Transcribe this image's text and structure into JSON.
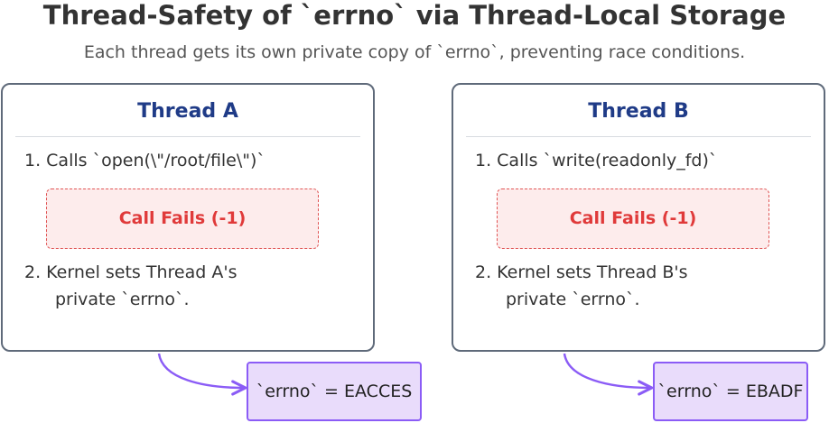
{
  "header": {
    "title": "Thread-Safety of `errno` via Thread-Local Storage",
    "subtitle": "Each thread gets its own private copy of `errno`, preventing race conditions."
  },
  "threads": [
    {
      "title": "Thread A",
      "step1": "1. Calls `open(\\\"/root/file\\\")`",
      "fail": "Call Fails (-1)",
      "step2_line1": "2. Kernel sets Thread A's",
      "step2_line2": "private `errno`.",
      "result": "`errno` = EACCES"
    },
    {
      "title": "Thread B",
      "step1": "1. Calls `write(readonly_fd)`",
      "fail": "Call Fails (-1)",
      "step2_line1": "2. Kernel sets Thread B's",
      "step2_line2": "private `errno`.",
      "result": "`errno` = EBADF"
    }
  ],
  "colors": {
    "panel_title": "#1f3b87",
    "fail_text": "#e03a3a",
    "fail_fill": "#fdecec",
    "result_fill": "#e9dcfb",
    "arrow": "#8b5cf6"
  }
}
